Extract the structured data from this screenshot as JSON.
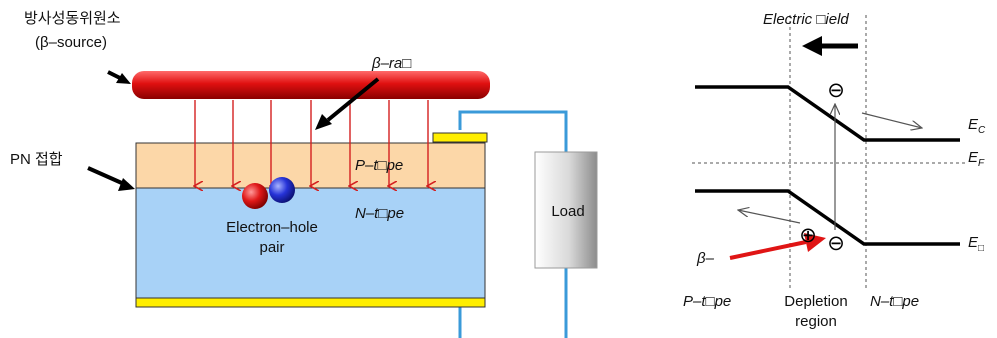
{
  "left_diagram": {
    "source_label_ko": "방사성동위원소",
    "source_label": "(β–source)",
    "ray_label": "β–ra□",
    "junction_label": "PN 접합",
    "p_type_label": "P–t□pe",
    "n_type_label": "N–t□pe",
    "pair_label_line1": "Electron–hole",
    "pair_label_line2": "pair",
    "load_label": "Load"
  },
  "right_diagram": {
    "field_label": "Electric □ield",
    "ec_label": "E",
    "ec_sub": "C",
    "ef_label": "E",
    "ef_sub": "F",
    "ev_label": "E",
    "ev_sub": "□",
    "beta_label": "β–",
    "p_type_label": "P–t□pe",
    "depletion_line1": "Depletion",
    "depletion_line2": "region",
    "n_type_label": "N–t□pe",
    "electron_symbol": "⊖",
    "hole_symbol": "⊕"
  },
  "colors": {
    "source_red": "#e01010",
    "p_region": "#fcd7a8",
    "n_region": "#a8d2f7",
    "contact_yellow": "#ffee00",
    "wire_blue": "#3a9ad9",
    "arrow_red": "#d42020"
  }
}
